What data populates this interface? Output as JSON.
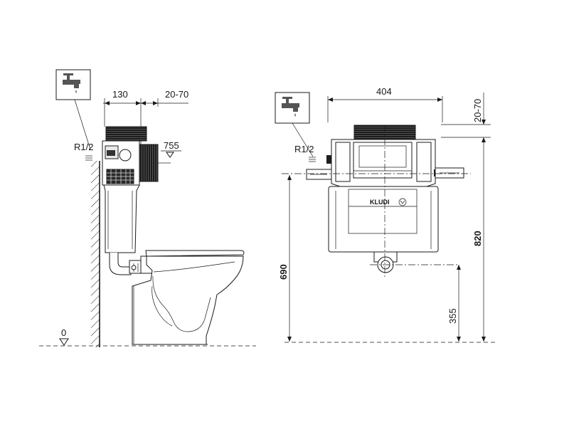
{
  "side_view": {
    "dim_width": "130",
    "dim_adjust": "20-70",
    "dim_inlet_height": "755",
    "dim_floor": "0",
    "inlet_label": "R1/2",
    "tap_icon": "water-tap-icon"
  },
  "front_view": {
    "dim_width": "404",
    "dim_adjust": "20-70",
    "dim_total_height": "820",
    "dim_mount_height": "690",
    "dim_outlet_height": "355",
    "inlet_label": "R1/2",
    "brand": "KLUDI",
    "tap_icon": "water-tap-icon"
  }
}
